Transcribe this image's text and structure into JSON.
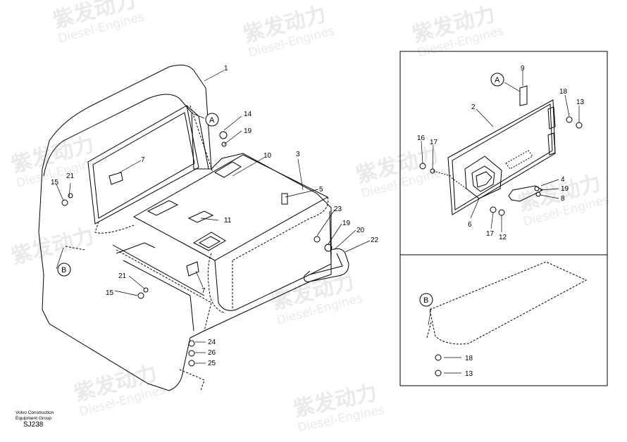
{
  "watermark": {
    "brand_cn": "紫发动力",
    "brand_en": "Diesel-Engines"
  },
  "footer": {
    "company_line1": "Volvo Construction",
    "company_line2": "Equipment Group",
    "code": "SJ238"
  },
  "detail_labels": {
    "A": "A",
    "B": "B"
  },
  "callouts_main": [
    "1",
    "14",
    "19",
    "3",
    "10",
    "7",
    "21",
    "15",
    "5",
    "23",
    "19",
    "20",
    "22",
    "11",
    "7",
    "21",
    "15",
    "24",
    "26",
    "25"
  ],
  "callouts_detail_a": [
    "9",
    "18",
    "13",
    "2",
    "16",
    "17",
    "4",
    "19",
    "8",
    "6",
    "17",
    "12"
  ],
  "callouts_detail_b": [
    "18",
    "13"
  ]
}
